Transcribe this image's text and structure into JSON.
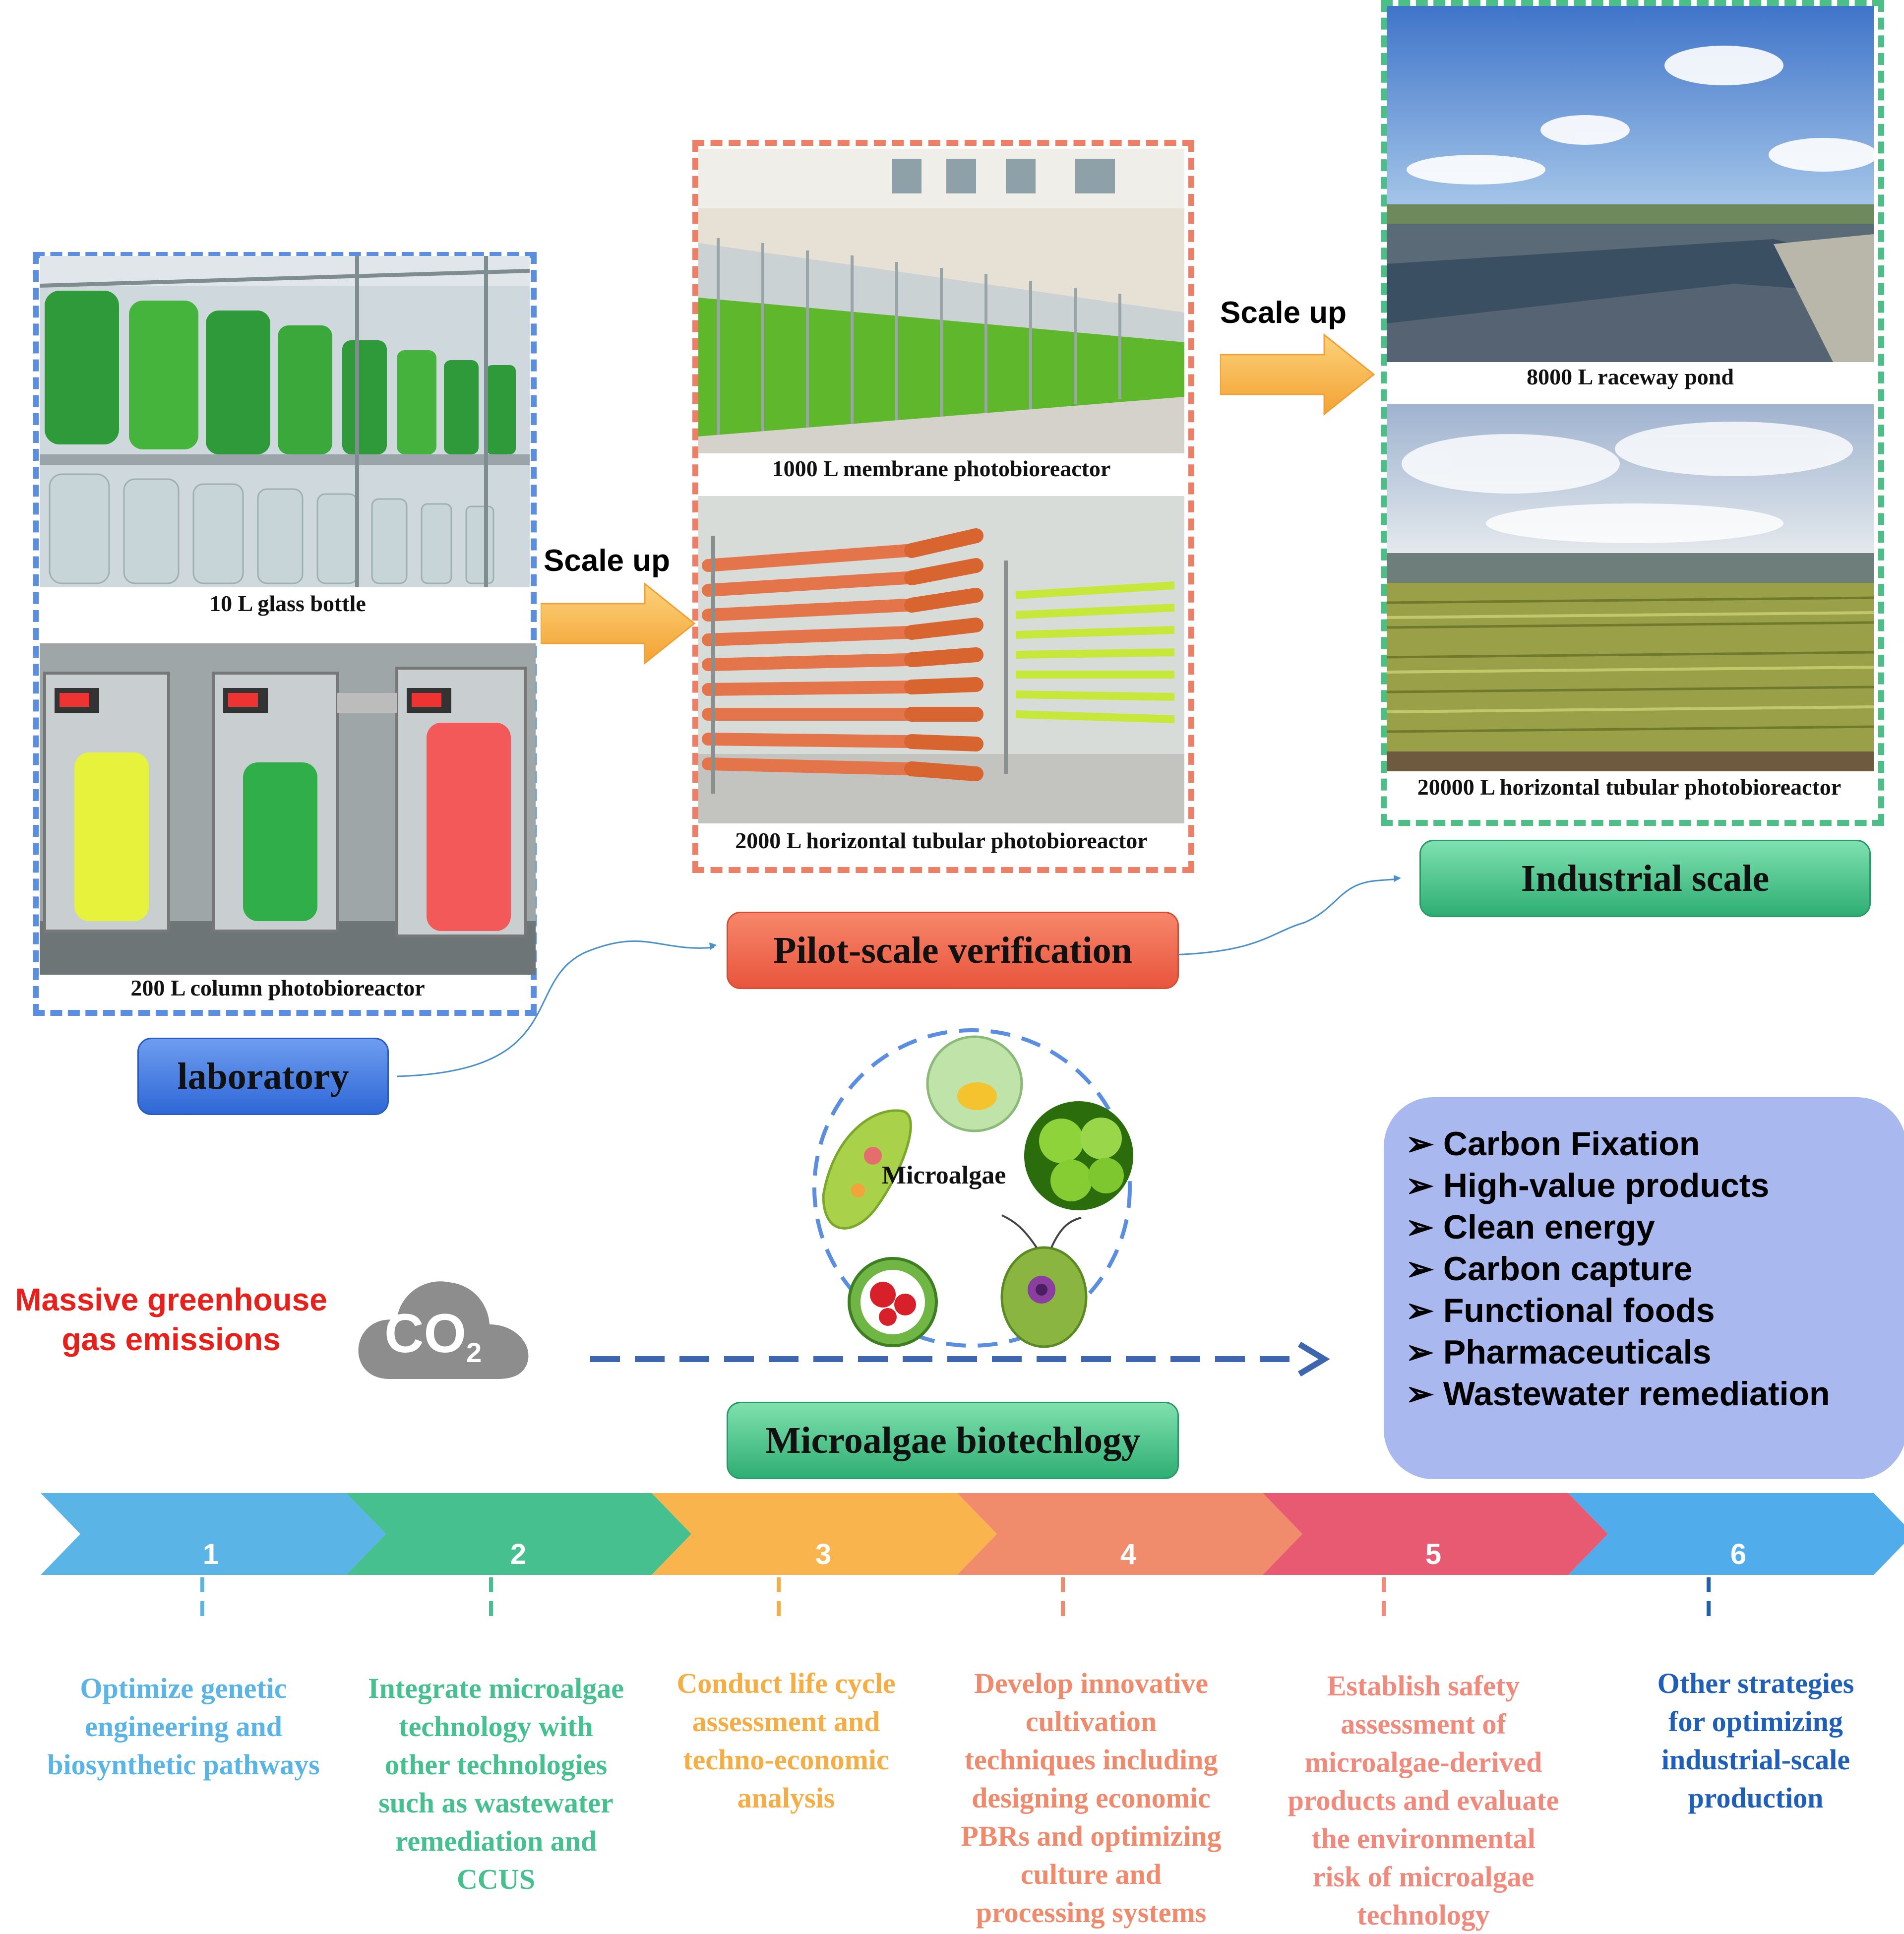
{
  "stages": {
    "laboratory": {
      "label": "laboratory",
      "color": "#3f73d8"
    },
    "pilot": {
      "label": "Pilot-scale verification",
      "color": "#ec6a4c"
    },
    "industrial": {
      "label": "Industrial scale",
      "color": "#3db07a"
    }
  },
  "scale_up_labels": [
    "Scale up",
    "Scale up"
  ],
  "photo_captions": {
    "glass_bottle": "10 L glass bottle",
    "column_pbr": "200 L column photobioreactor",
    "membrane_pbr": "1000 L membrane photobioreactor",
    "tubular_pbr_2000": "2000 L  horizontal tubular photobioreactor",
    "raceway": "8000 L  raceway pond",
    "tubular_pbr_20000": "20000 L horizontal tubular photobioreactor"
  },
  "microalgae": {
    "label": "Microalgae"
  },
  "emission": {
    "line1": "Massive greenhouse",
    "line2": "gas emissions",
    "cloud_text": "CO",
    "subscript": "2"
  },
  "biotech_label": "Microalgae biotechlogy",
  "benefits": [
    "Carbon Fixation",
    "High-value products",
    "Clean energy",
    "Carbon capture",
    "Functional foods",
    "Pharmaceuticals",
    "Wastewater remediation"
  ],
  "steps": [
    {
      "num": "1",
      "color": "#5ab5e6",
      "text_color": "#5ab5e6",
      "lines": [
        "Optimize genetic",
        "engineering and",
        "biosynthetic pathways"
      ]
    },
    {
      "num": "2",
      "color": "#46c08f",
      "text_color": "#46c08f",
      "lines": [
        "Integrate microalgae",
        "technology with",
        "other technologies",
        "such as wastewater",
        "remediation and",
        "CCUS"
      ]
    },
    {
      "num": "3",
      "color": "#f9b44d",
      "text_color": "#f5ae45",
      "lines": [
        "Conduct life cycle",
        "assessment and",
        "techno-economic",
        "analysis"
      ]
    },
    {
      "num": "4",
      "color": "#f08b6c",
      "text_color": "#ef8b6c",
      "lines": [
        "Develop innovative",
        "cultivation",
        "techniques including",
        "designing economic",
        "PBRs and optimizing",
        "culture and",
        "processing systems"
      ]
    },
    {
      "num": "5",
      "color": "#e85a72",
      "text_color": "#f08a7c",
      "lines": [
        "Establish safety",
        "assessment of",
        "microalgae-derived",
        "products and evaluate",
        "the environmental",
        "risk of microalgae",
        "technology"
      ]
    },
    {
      "num": "6",
      "color": "#50acea",
      "text_color": "#1f5fb8",
      "lines": [
        "Other strategies",
        "for optimizing",
        "industrial-scale",
        "production"
      ]
    }
  ]
}
